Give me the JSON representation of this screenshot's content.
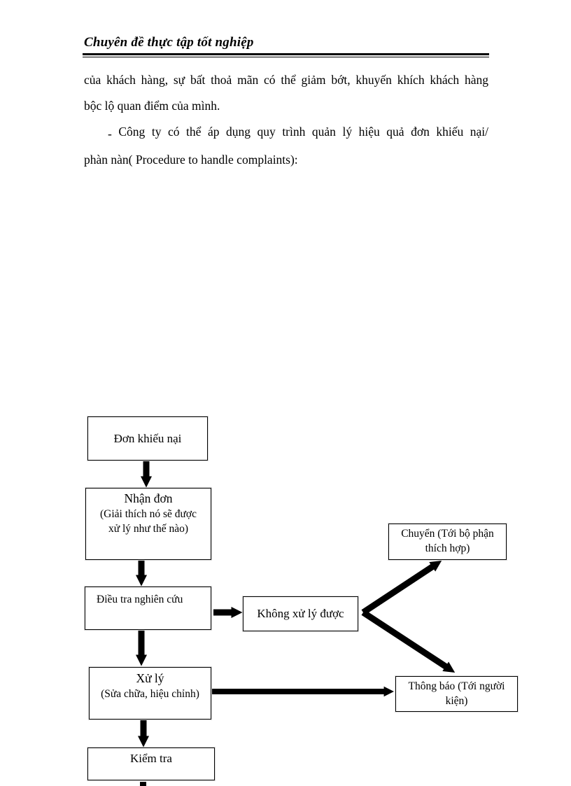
{
  "header": {
    "title": "Chuyên đề thực tập tốt nghiệp"
  },
  "paragraphs": {
    "p1_line1": "của khách hàng, sự bất thoả mãn có thể giảm bớt, khuyến khích khách hàng",
    "p1_line2": "bộc lộ quan điểm của mình.",
    "p2_dash": "-",
    "p2_line1": "Công ty có thể áp dụng quy trình quản lý hiệu quả đơn khiếu nại/",
    "p2_line2": "phàn nàn( Procedure to handle complaints):"
  },
  "flowchart": {
    "don_khieu_nai": {
      "label": "Đơn khiếu nại"
    },
    "nhan_don": {
      "title": "Nhận đơn",
      "sub_line1": "(Giải thích nó sẽ được",
      "sub_line2": "xử lý như thế nào)"
    },
    "dieu_tra": {
      "label": "Điều tra nghiên cứu"
    },
    "khong_xu_ly": {
      "label": "Không xử lý được"
    },
    "chuyen": {
      "line1": "Chuyển (Tới bộ phận",
      "line2": "thích hợp)"
    },
    "xu_ly": {
      "title": "Xử lý",
      "sub": "(Sửa chữa, hiệu chỉnh)"
    },
    "thong_bao": {
      "line1": "Thông báo (Tới người",
      "line2": "kiện)"
    },
    "kiem_tra": {
      "label": "Kiểm tra"
    }
  },
  "colors": {
    "text": "#000000",
    "box_border": "#000000",
    "arrow": "#000000",
    "background": "#ffffff"
  }
}
